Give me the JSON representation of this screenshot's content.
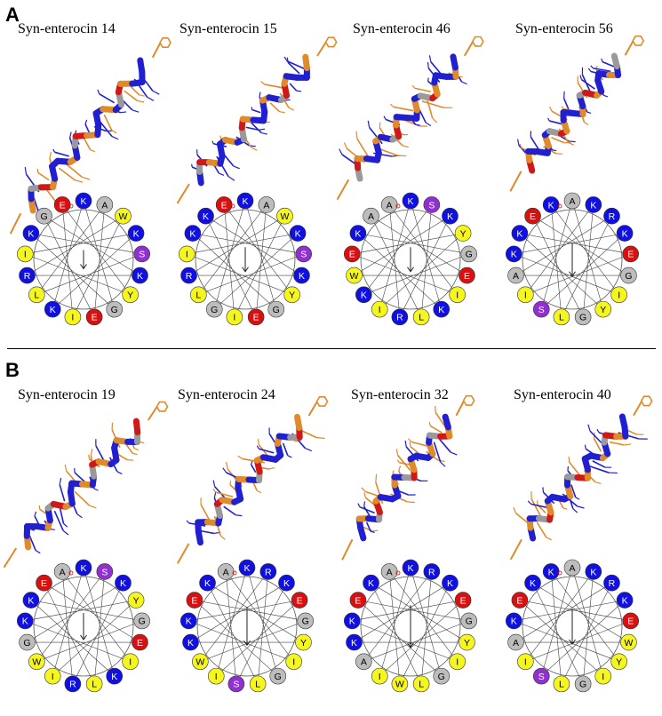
{
  "panels": [
    {
      "label": "A",
      "peptides": [
        {
          "title": "Syn-enterocin 14",
          "wheel": [
            "K",
            "A",
            "W",
            "K",
            "S",
            "K",
            "Y",
            "G",
            "E",
            "I",
            "K",
            "L",
            "R",
            "I",
            "K",
            "G",
            "E"
          ],
          "moment": 0.22
        },
        {
          "title": "Syn-enterocin 15",
          "wheel": [
            "K",
            "A",
            "W",
            "K",
            "S",
            "K",
            "Y",
            "G",
            "E",
            "I",
            "G",
            "L",
            "R",
            "I",
            "K",
            "K",
            "E"
          ],
          "moment": 0.35
        },
        {
          "title": "Syn-enterocin 46",
          "wheel": [
            "K",
            "S",
            "K",
            "Y",
            "G",
            "E",
            "I",
            "K",
            "L",
            "R",
            "I",
            "K",
            "W",
            "E",
            "K",
            "A",
            "A"
          ],
          "moment": 0.35
        },
        {
          "title": "Syn-enterocin 56",
          "wheel": [
            "A",
            "K",
            "R",
            "K",
            "E",
            "G",
            "I",
            "Y",
            "G",
            "L",
            "S",
            "I",
            "A",
            "K",
            "K",
            "E",
            "K"
          ],
          "moment": 0.55
        }
      ]
    },
    {
      "label": "B",
      "peptides": [
        {
          "title": "Syn-enterocin 19",
          "wheel": [
            "K",
            "S",
            "K",
            "Y",
            "G",
            "E",
            "I",
            "K",
            "L",
            "R",
            "I",
            "W",
            "G",
            "K",
            "K",
            "E",
            "A"
          ],
          "moment": 0.4
        },
        {
          "title": "Syn-enterocin 24",
          "wheel": [
            "K",
            "R",
            "K",
            "E",
            "G",
            "Y",
            "I",
            "G",
            "L",
            "S",
            "I",
            "W",
            "K",
            "K",
            "E",
            "K",
            "A"
          ],
          "moment": 0.65
        },
        {
          "title": "Syn-enterocin 32",
          "wheel": [
            "K",
            "R",
            "K",
            "E",
            "G",
            "Y",
            "I",
            "G",
            "L",
            "W",
            "I",
            "A",
            "K",
            "K",
            "E",
            "K",
            "A"
          ],
          "moment": 0.75
        },
        {
          "title": "Syn-enterocin 40",
          "wheel": [
            "A",
            "K",
            "R",
            "K",
            "E",
            "W",
            "Y",
            "I",
            "G",
            "L",
            "S",
            "I",
            "A",
            "K",
            "E",
            "K",
            "K"
          ],
          "moment": 0.6
        }
      ]
    }
  ],
  "residue_colors": {
    "K": "#1010e0",
    "R": "#1010e0",
    "E": "#d81010",
    "D": "#d81010",
    "G": "#bdbdbd",
    "A": "#bdbdbd",
    "I": "#f5f520",
    "L": "#f5f520",
    "W": "#f5f520",
    "Y": "#f5f520",
    "V": "#f5f520",
    "F": "#f5f520",
    "S": "#9030d0",
    "T": "#9030d0"
  },
  "helix_colors": {
    "charged": "#2020d0",
    "hydrophobic": "#e08a2a",
    "acidic": "#d01818",
    "neutral": "#9a9a9a"
  }
}
